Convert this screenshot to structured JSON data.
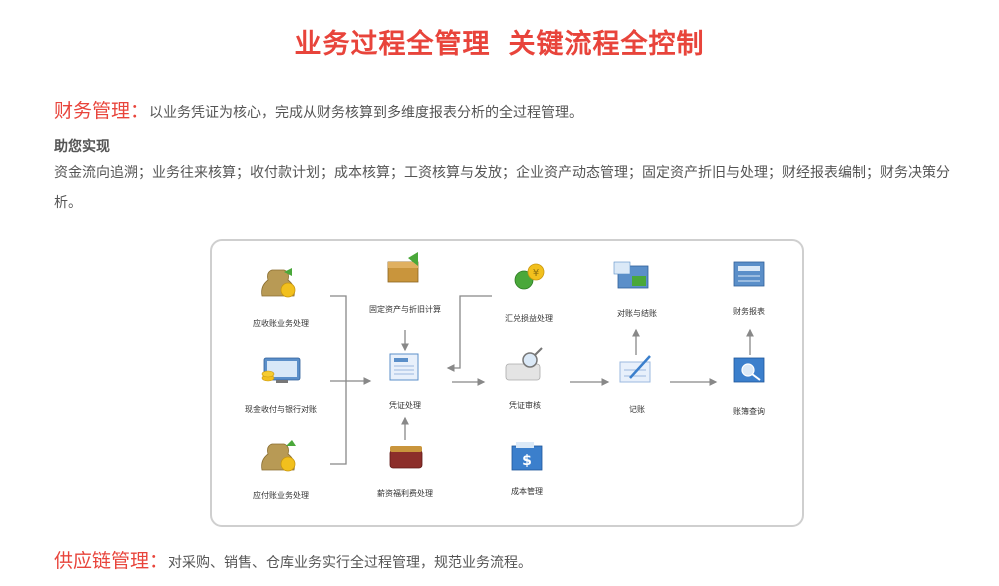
{
  "header": {
    "title_part1": "业务过程全管理",
    "title_part2": "关键流程全控制"
  },
  "finance": {
    "heading": "财务管理：",
    "description": "以业务凭证为核心，完成从财务核算到多维度报表分析的全过程管理。",
    "subheading": "助您实现",
    "features": "资金流向追溯；业务往来核算；收付款计划；成本核算；工资核算与发放；企业资产动态管理；固定资产折旧与处理；财经报表编制；财务决策分析。"
  },
  "diagram": {
    "nodes": {
      "receivable": "应收账业务处理",
      "cash": "现金收付与银行对账",
      "payable": "应付账业务处理",
      "fixed_asset": "固定资产与折旧计算",
      "voucher": "凭证处理",
      "salary": "薪资福利费处理",
      "exchange": "汇兑损益处理",
      "audit": "凭证审核",
      "cost": "成本管理",
      "reconcile": "对账与结账",
      "posting": "记账",
      "report": "财务报表",
      "ledger": "账簿查询"
    }
  },
  "supply": {
    "heading": "供应链管理：",
    "description": "对采购、销售、仓库业务实行全过程管理，规范业务流程。"
  }
}
